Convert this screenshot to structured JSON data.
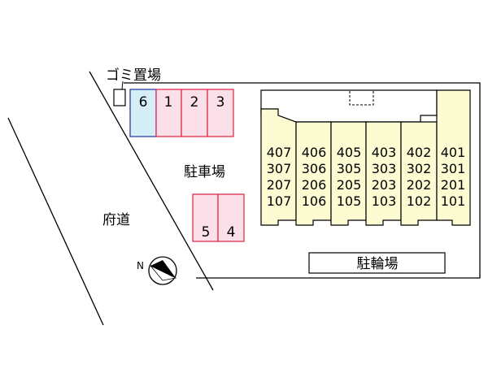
{
  "labels": {
    "trash": "ゴミ置場",
    "parking": "駐車場",
    "road": "府道",
    "bicycle_parking": "駐輪場"
  },
  "parking_top": [
    "6",
    "1",
    "2",
    "3"
  ],
  "parking_bottom": [
    "5",
    "4"
  ],
  "units": [
    [
      "407",
      "307",
      "207",
      "107"
    ],
    [
      "406",
      "306",
      "206",
      "106"
    ],
    [
      "405",
      "305",
      "205",
      "105"
    ],
    [
      "403",
      "303",
      "203",
      "103"
    ],
    [
      "402",
      "302",
      "202",
      "102"
    ],
    [
      "401",
      "301",
      "201",
      "101"
    ]
  ],
  "colors": {
    "building_fill": "#fdfbd2",
    "parking_red_fill": "#fbe0ea",
    "parking_red_stroke": "#e02040",
    "parking_blue_fill": "#d6eef8",
    "parking_blue_stroke": "#1b2fa0",
    "line": "#000000"
  },
  "icons": {
    "compass": "north-arrow-icon"
  }
}
